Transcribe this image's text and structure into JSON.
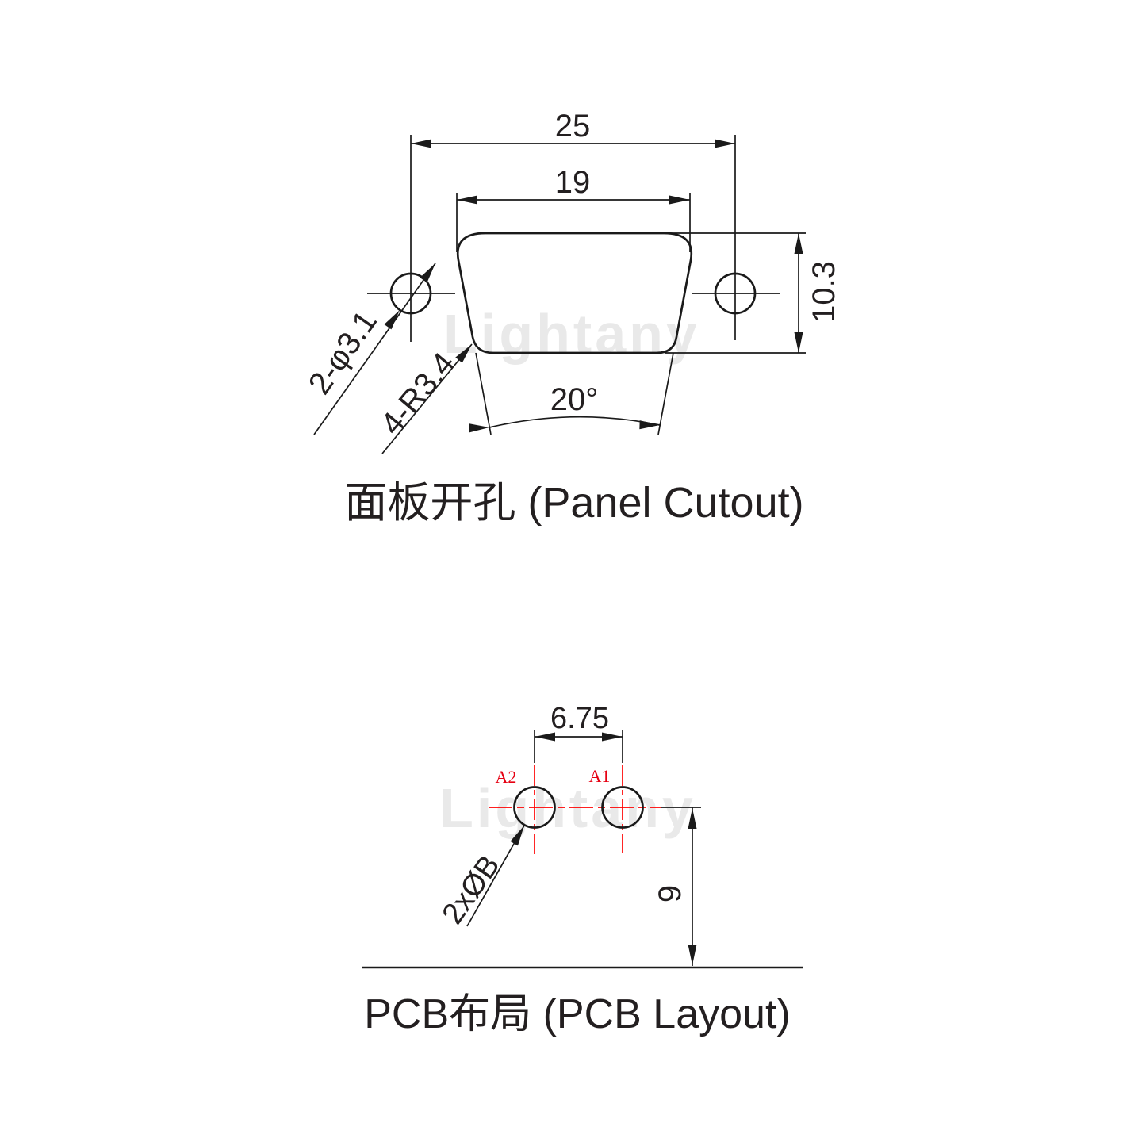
{
  "colors": {
    "background": "#ffffff",
    "line": "#1a1a1a",
    "text": "#231f20",
    "red_line": "#ff0000",
    "red_text": "#e60012",
    "watermark": "#e9e9e9"
  },
  "watermark": {
    "text": "Lightany"
  },
  "panel_cutout": {
    "caption": "面板开孔 (Panel Cutout)",
    "dimensions": {
      "outer_width": "25",
      "inner_width": "19",
      "height": "10.3",
      "side_angle": "20°",
      "mounting_holes": "2-φ3.1",
      "corner_radius": "4-R3.4"
    }
  },
  "pcb_layout": {
    "caption": "PCB布局 (PCB Layout)",
    "dimensions": {
      "pad_spacing": "6.75",
      "edge_distance": "9",
      "pad_diameter": "2xØB"
    },
    "pads": [
      {
        "label": "A2"
      },
      {
        "label": "A1"
      }
    ]
  }
}
